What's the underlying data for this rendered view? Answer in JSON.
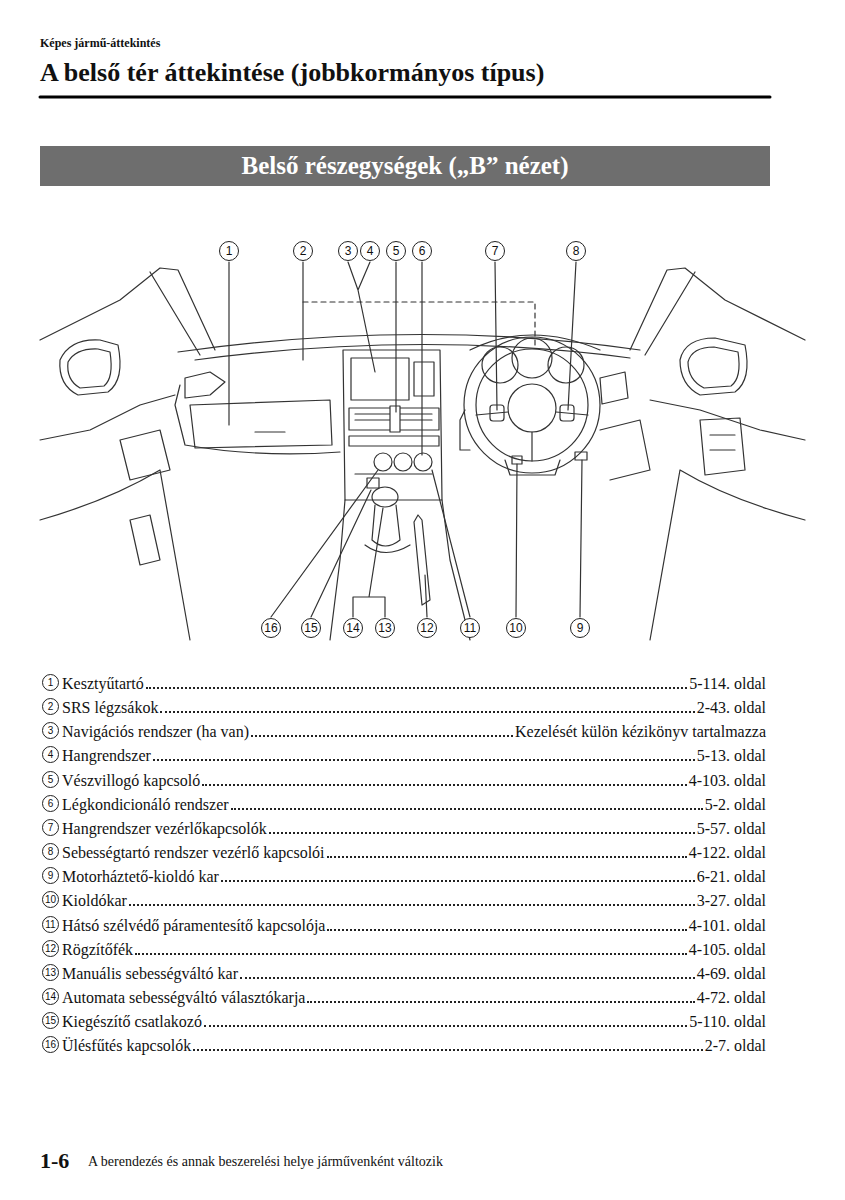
{
  "diagram": {
    "title": "A belső tér áttekintése (jobbkormányos típus)",
    "nodes": [
      {
        "text": [
          "Belső részegységek („B” nézet)"
        ]
      }
    ],
    "labels": [
      "Képes jármű-áttekintés",
      "1",
      "2",
      "3",
      "4",
      "5",
      "6",
      "7",
      "8",
      "16",
      "15",
      "14",
      "13",
      "12",
      "11",
      "10",
      "9",
      "1",
      "Kesztyűtartó",
      "5-114. oldal",
      "2",
      "SRS légzsákok",
      "2-43. oldal",
      "3",
      "Navigációs rendszer (ha van)",
      "Kezelését külön kézikönyv tartalmazza",
      "4",
      "Hangrendszer",
      "5-13. oldal",
      "5",
      "Vészvillogó kapcsoló",
      "4-103. oldal",
      "6",
      "Légkondicionáló rendszer",
      "5-2. oldal",
      "7",
      "Hangrendszer vezérlőkapcsolók",
      "5-57. oldal",
      "8",
      "Sebességtartó rendszer vezérlő kapcsolói",
      "4-122. oldal",
      "9",
      "Motorháztető-kioldó kar",
      "6-21. oldal",
      "10",
      "Kioldókar",
      "3-27. oldal",
      "11",
      "Hátsó szélvédő páramentesítő kapcsolója",
      "4-101. oldal",
      "12",
      "Rögzítőfék",
      "4-105. oldal",
      "13",
      "Manuális sebességváltó kar",
      "4-69. oldal",
      "14",
      "Automata sebességváltó választókarja",
      "4-72. oldal",
      "15",
      "Kiegészítő csatlakozó",
      "5-110. oldal",
      "16",
      "Ülésfűtés kapcsolók",
      "2-7. oldal",
      "1-6",
      "A berendezés és annak beszerelési helye járművenként változik"
    ]
  }
}
